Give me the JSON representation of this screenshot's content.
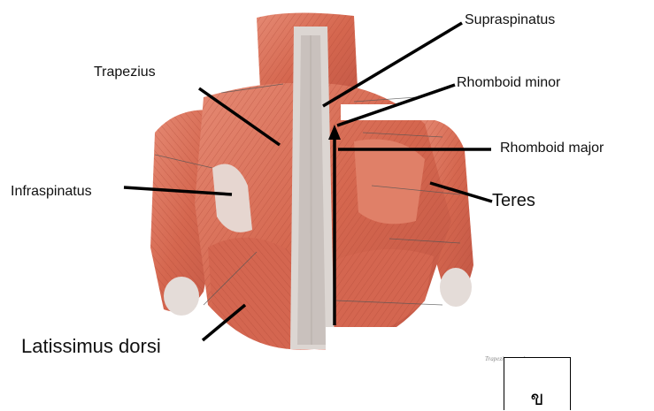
{
  "labels": {
    "supraspinatus": "Supraspinatus",
    "trapezius": "Trapezius",
    "rhomboid_minor": "Rhomboid minor",
    "rhomboid_major": "Rhomboid major",
    "infraspinatus": "Infraspinatus",
    "teres": "Teres",
    "latissimus_dorsi": "Latissimus dorsi"
  },
  "small_caption": "Trapezius muscle",
  "answer_box_letter": "ข",
  "colors": {
    "muscle": "#d9705c",
    "muscle_dark": "#b84a3a",
    "tendon": "#d9d3cf",
    "leader_line": "#000000",
    "background": "#ffffff"
  }
}
